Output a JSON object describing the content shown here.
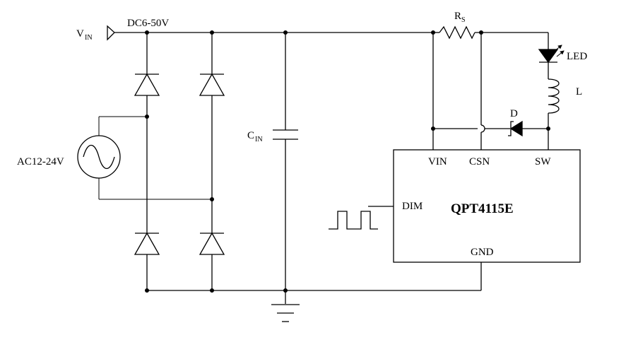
{
  "labels": {
    "vin_main": "V",
    "vin_sub": "IN",
    "dc_range": "DC6-50V",
    "ac_range": "AC12-24V",
    "cin_main": "C",
    "cin_sub": "IN",
    "rs_main": "R",
    "rs_sub": "S",
    "led": "LED",
    "inductor": "L",
    "diode": "D"
  },
  "chip": {
    "name": "QPT4115E",
    "pins": {
      "vin": "VIN",
      "csn": "CSN",
      "sw": "SW",
      "dim": "DIM",
      "gnd": "GND"
    }
  }
}
